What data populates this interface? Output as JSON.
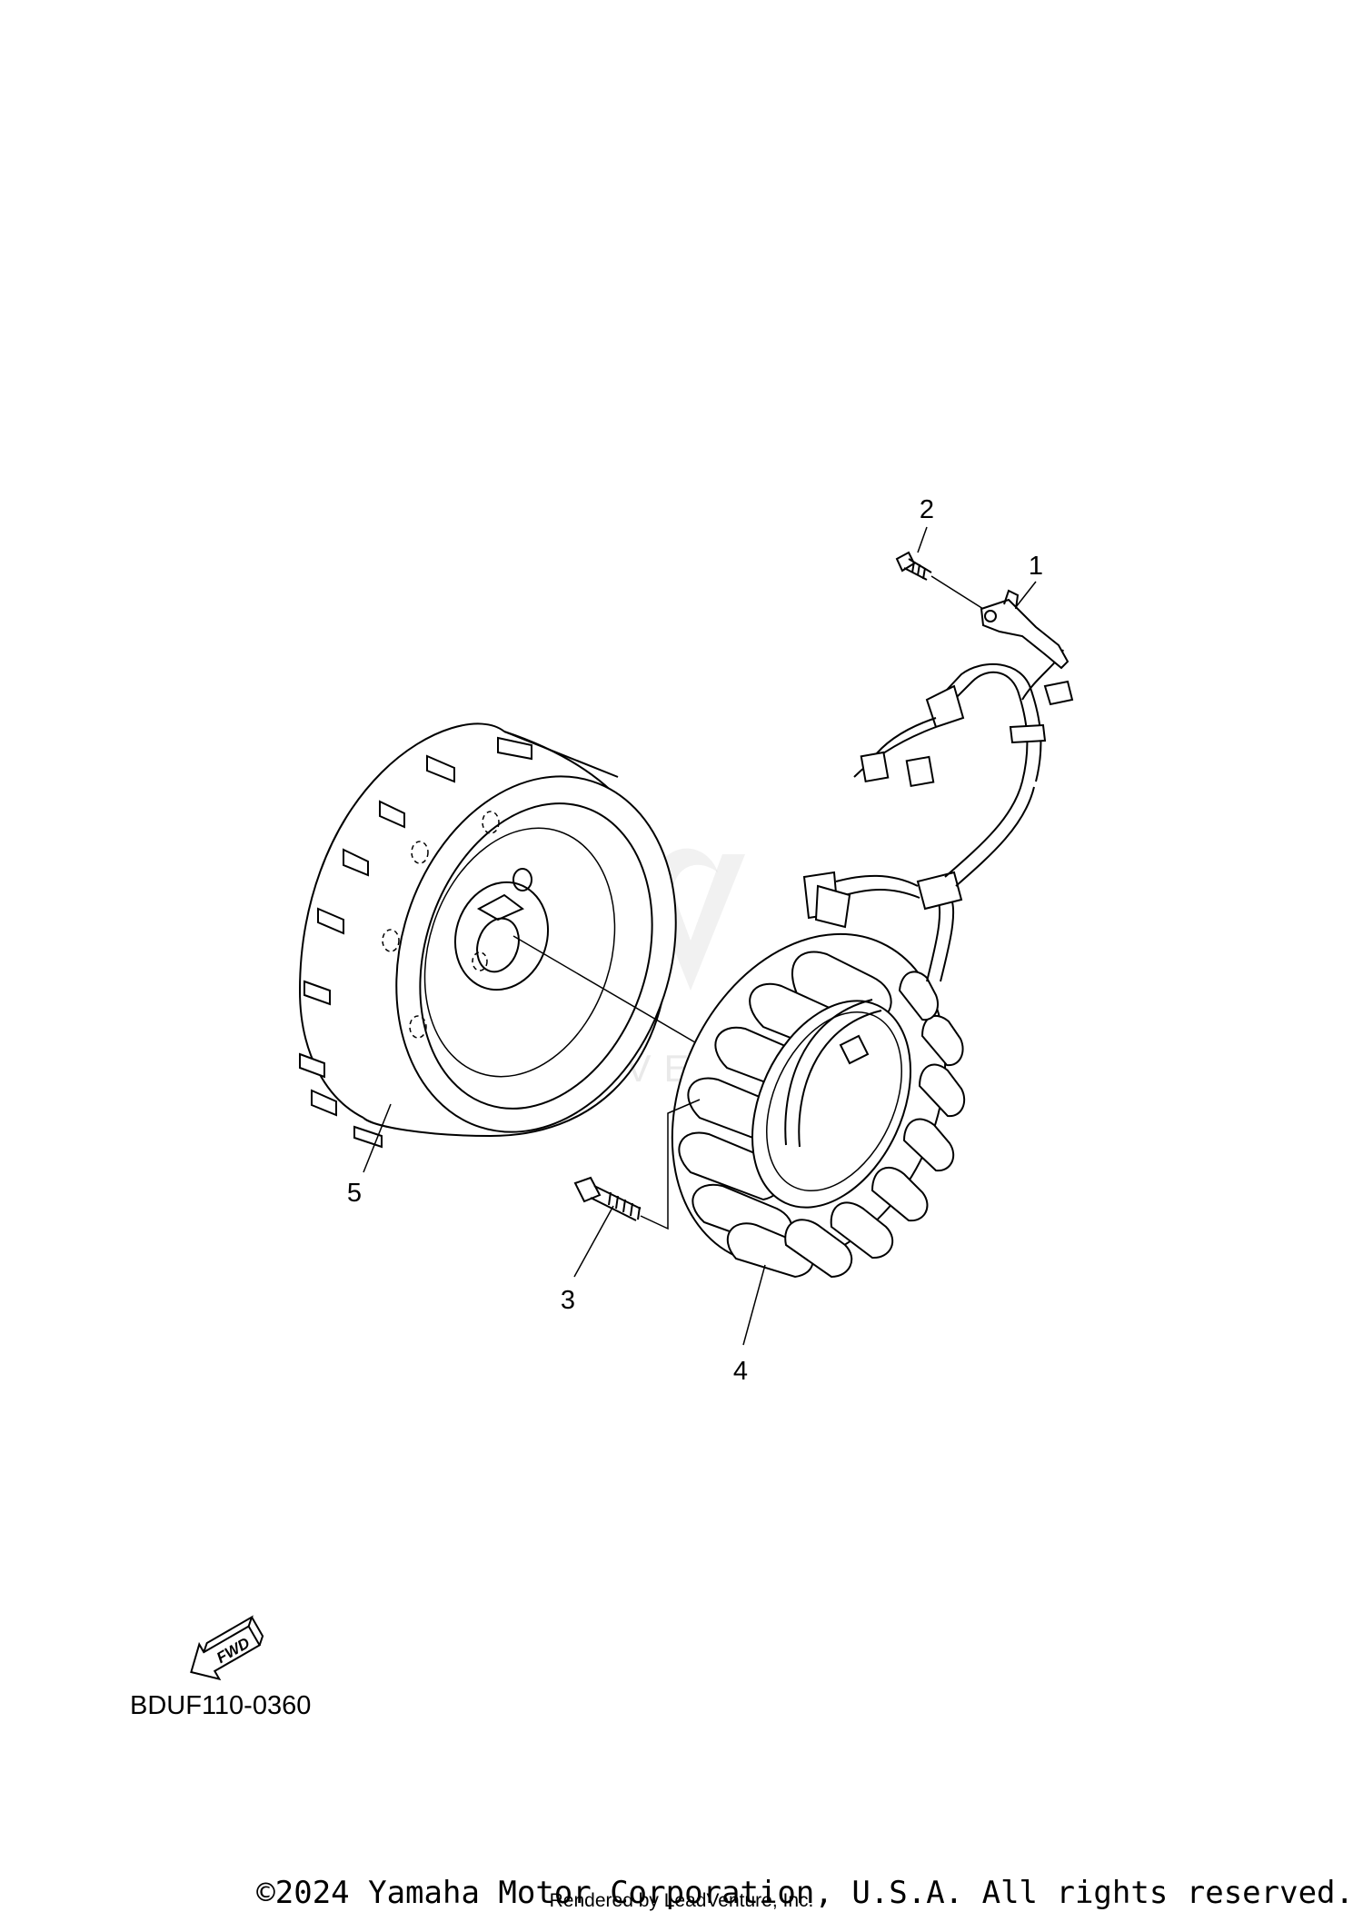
{
  "callouts": {
    "c1": "1",
    "c2": "2",
    "c3": "3",
    "c4": "4",
    "c5": "5"
  },
  "fwd_label": "FWD",
  "diagram_code": "BDUF110-0360",
  "copyright": "©2024 Yamaha Motor Corporation, U.S.A. All rights reserved.",
  "rendered_by": "Rendered by LeadVenture, Inc.",
  "watermark": "LEADVENTURE"
}
